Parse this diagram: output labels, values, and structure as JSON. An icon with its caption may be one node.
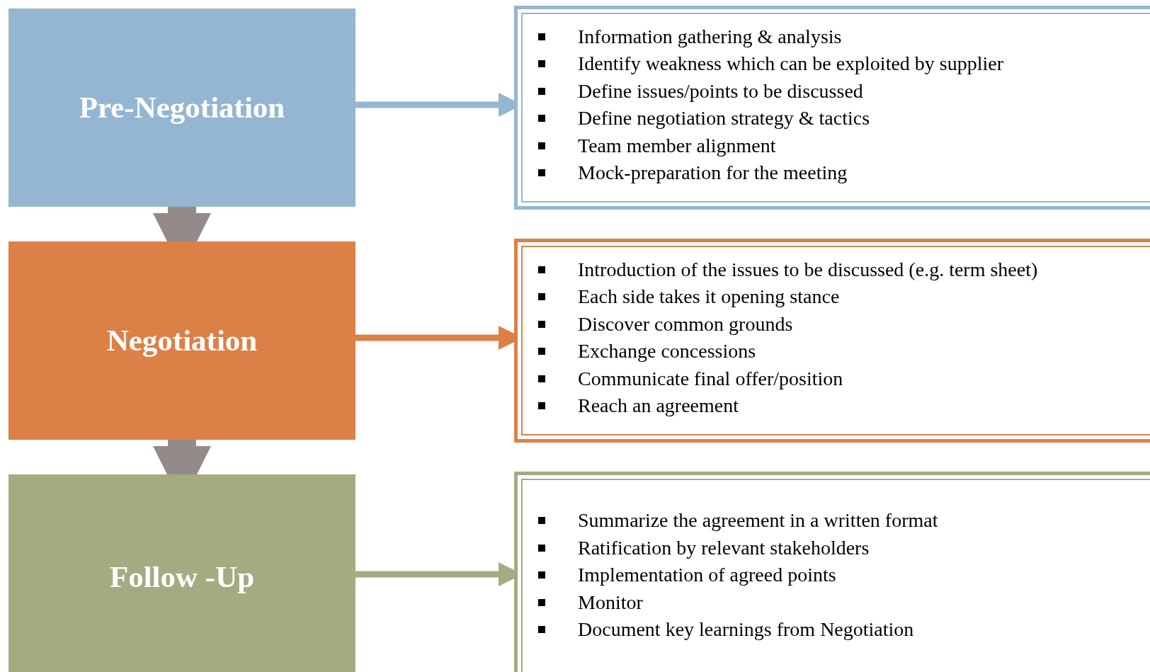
{
  "diagram": {
    "nodes": [
      {
        "text": [
          "Pre-Negotiation"
        ]
      },
      {
        "text": [
          "Information gathering & analysis",
          "Identify weakness which can be exploited by supplier",
          "Define issues/points to be discussed",
          "Define negotiation strategy & tactics",
          "Team member alignment",
          "Mock-preparation for the meeting"
        ]
      },
      {
        "text": [
          "Negotiation"
        ]
      },
      {
        "text": [
          "Introduction of the issues to be discussed (e.g. term sheet)",
          "Each side takes it opening stance",
          "Discover common grounds",
          "Exchange concessions",
          "Communicate final offer/position",
          "Reach an agreement"
        ]
      },
      {
        "text": [
          "Follow -Up"
        ]
      },
      {
        "text": [
          "Summarize the agreement in a written format",
          "Ratification by relevant stakeholders",
          "Implementation of agreed points",
          "Monitor",
          "Document key learnings from Negotiation"
        ]
      }
    ],
    "edges": [
      {
        "from": 0,
        "to": 1,
        "arrow": "to",
        "color": "#94b6d2"
      },
      {
        "from": 2,
        "to": 3,
        "arrow": "to",
        "color": "#dd8047"
      },
      {
        "from": 4,
        "to": 5,
        "arrow": "to",
        "color": "#a5ab81"
      },
      {
        "from": 0,
        "to": 2,
        "arrow": "to",
        "style": "thick",
        "color": "#948a8a"
      },
      {
        "from": 2,
        "to": 4,
        "arrow": "to",
        "style": "thick",
        "color": "#948a8a"
      }
    ]
  }
}
